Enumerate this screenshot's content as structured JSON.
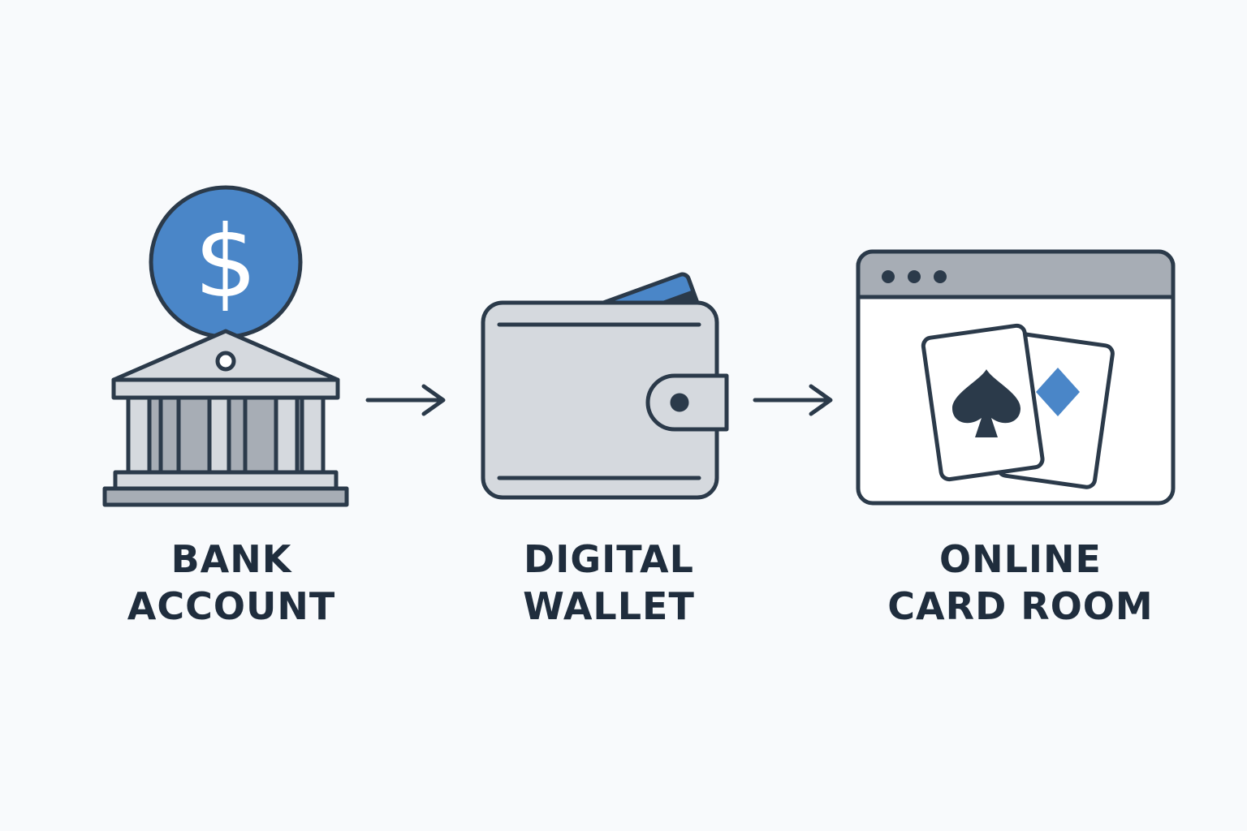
{
  "steps": [
    {
      "line1": "BANK",
      "line2": "ACCOUNT",
      "icon": "bank-icon"
    },
    {
      "line1": "DIGITAL",
      "line2": "WALLET",
      "icon": "wallet-icon"
    },
    {
      "line1": "ONLINE",
      "line2": "CARD ROOM",
      "icon": "browser-cards-icon"
    }
  ],
  "colors": {
    "stroke": "#2b3a4a",
    "accent_blue": "#4a86c8",
    "light_gray": "#d5d9de",
    "mid_gray": "#a7adb5",
    "white": "#ffffff",
    "background": "#f8fafc"
  }
}
